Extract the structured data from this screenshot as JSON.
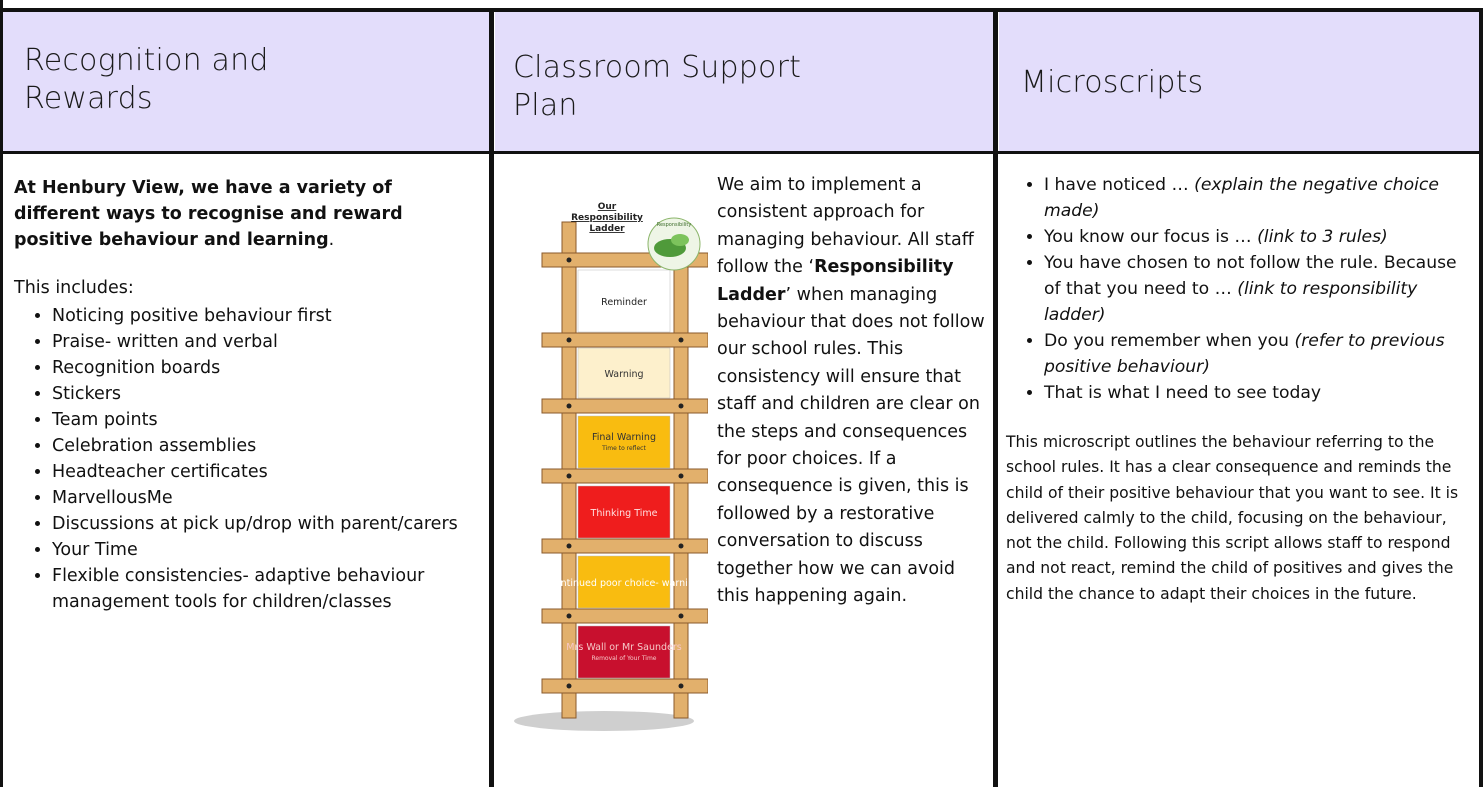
{
  "columns": {
    "recognition": {
      "title_line1": "Recognition and",
      "title_line2": "Rewards",
      "lead": "At Henbury View, we have a variety of different ways to recognise and reward positive behaviour and learning",
      "lead_end": ".",
      "includes_label": "This includes:",
      "items": [
        "Noticing positive behaviour first",
        "Praise- written and verbal",
        "Recognition boards",
        "Stickers",
        "Team points",
        "Celebration assemblies",
        "Headteacher certificates",
        "MarvellousMe",
        "Discussions at pick up/drop with parent/carers",
        "Your Time",
        "Flexible consistencies- adaptive behaviour management tools for children/classes"
      ]
    },
    "support_plan": {
      "title_line1": "Classroom Support",
      "title_line2": "Plan",
      "text_before": "We aim to implement a consistent approach for managing behaviour. All staff follow the",
      "quote_open": "‘",
      "bold_term": "Responsibility Ladder",
      "quote_close": "’",
      "text_after": "when managing behaviour that does not follow our school rules. This consistency will ensure that staff and children are clear on the steps and consequences for poor choices. If a consequence is given, this is followed by a restorative conversation to discuss together how we can avoid this happening again.",
      "ladder": {
        "title_line1": "Our",
        "title_line2": "Responsibility",
        "title_line3": "Ladder",
        "logo_text": "Responsibility",
        "rungs": [
          {
            "label": "Reminder",
            "sub": "",
            "color": "#ffffff",
            "text_color": "#222222"
          },
          {
            "label": "Warning",
            "sub": "",
            "color": "#fdf0cc",
            "text_color": "#333333"
          },
          {
            "label": "Final Warning",
            "sub": "Time to reflect",
            "color": "#f9bc10",
            "text_color": "#333333"
          },
          {
            "label": "Thinking Time",
            "sub": "",
            "color": "#ef1d1d",
            "text_color": "#ffe0e0"
          },
          {
            "label": "Continued poor choice- warning",
            "sub": "",
            "color": "#f9bc10",
            "text_color": "#ffffff"
          },
          {
            "label": "Mrs Wall or Mr Saunders",
            "sub": "Removal of Your Time",
            "color": "#c8102e",
            "text_color": "#f6c7c7"
          }
        ]
      }
    },
    "microscripts": {
      "title": "Microscripts",
      "items": [
        {
          "text": "I have noticed … ",
          "note": "(explain the negative choice made)"
        },
        {
          "text": "You know our focus is … ",
          "note": "(link to 3 rules)"
        },
        {
          "text": "You have chosen to not follow the rule. Because of that you need to … ",
          "note": "(link to responsibility ladder)"
        },
        {
          "text": "Do you remember when you ",
          "note": "(refer to previous positive behaviour)"
        },
        {
          "text": "That is what I need to see today",
          "note": ""
        }
      ],
      "paragraph": "This microscript outlines the behaviour referring to the school rules. It has a clear consequence and reminds the child of their positive behaviour that you want to see. It is delivered calmly to the child, focusing on the behaviour, not the child. Following this script allows staff to respond and not react, remind the child of positives and gives the child the chance to adapt their choices in the future."
    }
  }
}
